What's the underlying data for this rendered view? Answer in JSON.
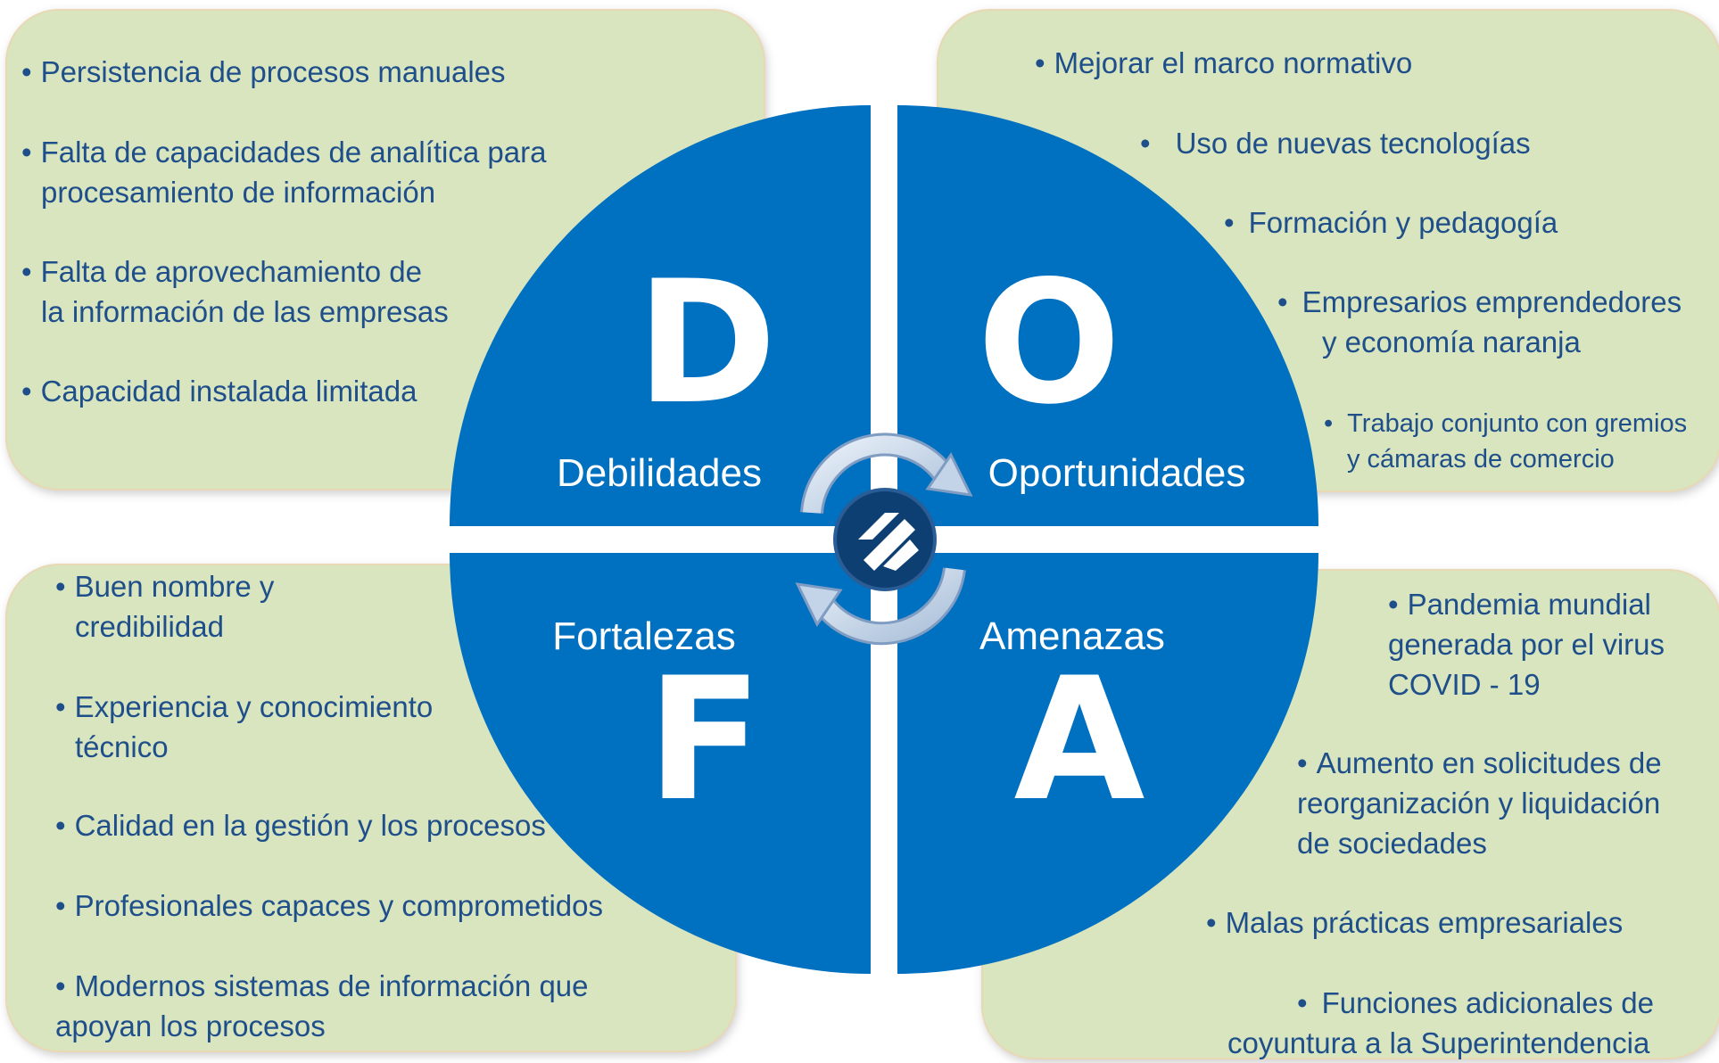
{
  "colors": {
    "panel_fill": "#d9e5bf",
    "circle_blue": "#0070c0",
    "text_blue": "#1f4f8a",
    "white": "#ffffff"
  },
  "quadrants": {
    "d": {
      "letter": "D",
      "label": "Debilidades"
    },
    "o": {
      "letter": "O",
      "label": "Oportunidades"
    },
    "f": {
      "letter": "F",
      "label": "Fortalezas"
    },
    "a": {
      "letter": "A",
      "label": "Amenazas"
    }
  },
  "center_icon": "cycle-arrows-logo-icon",
  "debilidades_items": [
    {
      "l1": "Persistencia de procesos manuales",
      "l2": ""
    },
    {
      "l1": "Falta de capacidades de analítica para",
      "l2": "procesamiento de información"
    },
    {
      "l1": "Falta de aprovechamiento de",
      "l2": "la información de las empresas"
    },
    {
      "l1": "Capacidad instalada limitada",
      "l2": ""
    }
  ],
  "oportunidades_items": [
    {
      "l1": "Mejorar el marco normativo",
      "l2": ""
    },
    {
      "l1": "Uso de nuevas tecnologías",
      "l2": ""
    },
    {
      "l1": "Formación y pedagogía",
      "l2": ""
    },
    {
      "l1": "Empresarios emprendedores",
      "l2": "y economía naranja"
    },
    {
      "l1": "Trabajo conjunto con gremios",
      "l2": "y cámaras de comercio"
    }
  ],
  "fortalezas_items": [
    {
      "l1": "Buen nombre y",
      "l2": "credibilidad"
    },
    {
      "l1": "Experiencia y conocimiento",
      "l2": "técnico"
    },
    {
      "l1": "Calidad en la gestión y los procesos",
      "l2": ""
    },
    {
      "l1": "Profesionales capaces y comprometidos",
      "l2": ""
    },
    {
      "l1": "Modernos sistemas de información que",
      "l2": "apoyan los procesos"
    }
  ],
  "amenazas_items": [
    {
      "l1": "Pandemia mundial",
      "l2": "generada por el virus",
      "l3": "COVID - 19"
    },
    {
      "l1": "Aumento en solicitudes de",
      "l2": "reorganización y liquidación",
      "l3": "de sociedades"
    },
    {
      "l1": "Malas prácticas empresariales",
      "l2": "",
      "l3": ""
    },
    {
      "l1": "Funciones adicionales de",
      "l2": "coyuntura a la Superintendencia",
      "l3": ""
    }
  ]
}
